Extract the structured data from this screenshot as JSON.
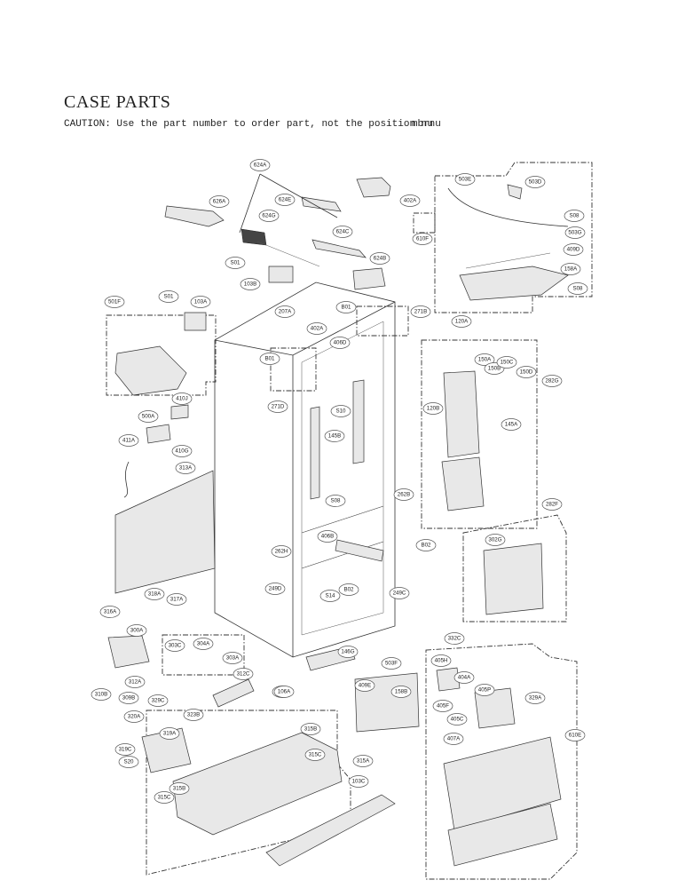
{
  "header": {
    "title": "CASE PARTS",
    "caution": "CAUTION: Use the part number to order part, not the position nu",
    "caution_overlap": "mbrnu"
  },
  "labels": [
    "624A",
    "626A",
    "624E",
    "624G",
    "624C",
    "624B",
    "402A",
    "610F",
    "S01",
    "103B",
    "503E",
    "503D",
    "S08",
    "503G",
    "409D",
    "158A",
    "S08",
    "501F",
    "S01",
    "103A",
    "207A",
    "402A",
    "B01",
    "271B",
    "406D",
    "B01",
    "271D",
    "S10",
    "120A",
    "150A",
    "150B",
    "150C",
    "150D",
    "282G",
    "120B",
    "145A",
    "145B",
    "S08",
    "262B",
    "B02",
    "282F",
    "410J",
    "500A",
    "411A",
    "410G",
    "313A",
    "406B",
    "262H",
    "249D",
    "S14",
    "B02",
    "249C",
    "302G",
    "318A",
    "317A",
    "316A",
    "300A",
    "303C",
    "304A",
    "303A",
    "312A",
    "310B",
    "312C",
    "106A",
    "146G",
    "106A",
    "309B",
    "329C",
    "320A",
    "319A",
    "323B",
    "319C",
    "S20",
    "315B",
    "315C",
    "315A",
    "315B",
    "315C",
    "103C",
    "332C",
    "405H",
    "404A",
    "405P",
    "503F",
    "409E",
    "158B",
    "405F",
    "405C",
    "329A",
    "407A",
    "610E"
  ]
}
